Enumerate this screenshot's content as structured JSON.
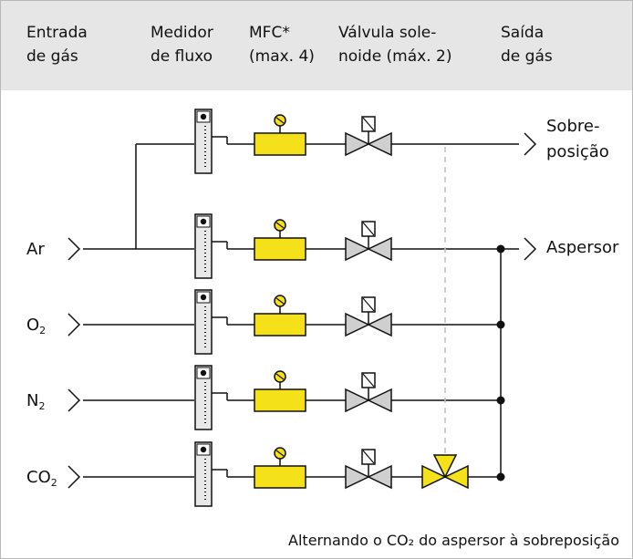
{
  "header": {
    "columns": [
      {
        "label": "Entrada\nde gás"
      },
      {
        "label": "Medidor\nde fluxo"
      },
      {
        "label": "MFC*\n(max. 4)"
      },
      {
        "label": "Válvula sole-\nnoide (máx. 2)"
      },
      {
        "label": "Saída\nde gás"
      }
    ]
  },
  "inlets": [
    {
      "label": "Ar",
      "sub": ""
    },
    {
      "label": "O",
      "sub": "2"
    },
    {
      "label": "N",
      "sub": "2"
    },
    {
      "label": "CO",
      "sub": "2"
    }
  ],
  "outlets": {
    "top": "Sobre-\nposição",
    "sparger": "Aspersor"
  },
  "footnote": "Alternando o CO₂ do aspersor à sobreposição",
  "colors": {
    "header_bg": "#e6e6e6",
    "mfc_fill": "#f5e11a",
    "valve_grey": "#cfcfcf",
    "line": "#111111"
  }
}
